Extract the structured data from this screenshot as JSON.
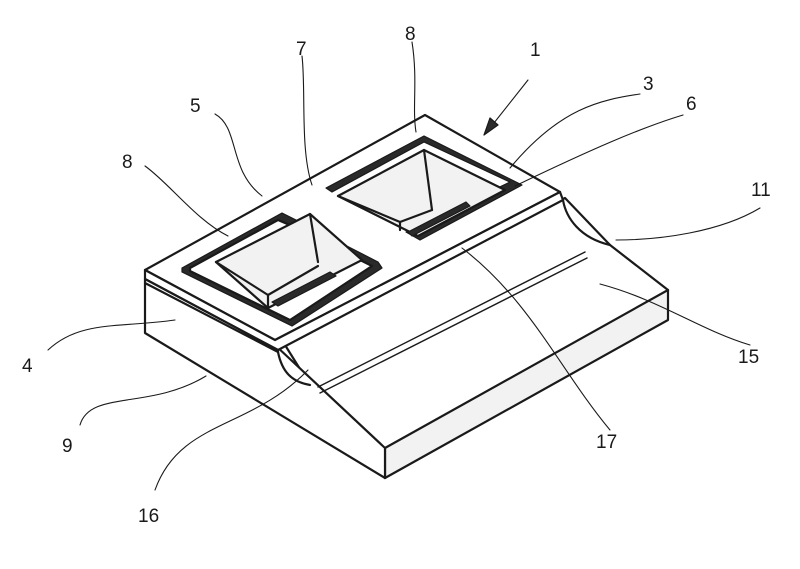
{
  "labels": {
    "l1": "1",
    "l3": "3",
    "l4": "4",
    "l5": "5",
    "l6": "6",
    "l7": "7",
    "l8a": "8",
    "l8b": "8",
    "l9": "9",
    "l11": "11",
    "l15": "15",
    "l16": "16",
    "l17": "17"
  }
}
